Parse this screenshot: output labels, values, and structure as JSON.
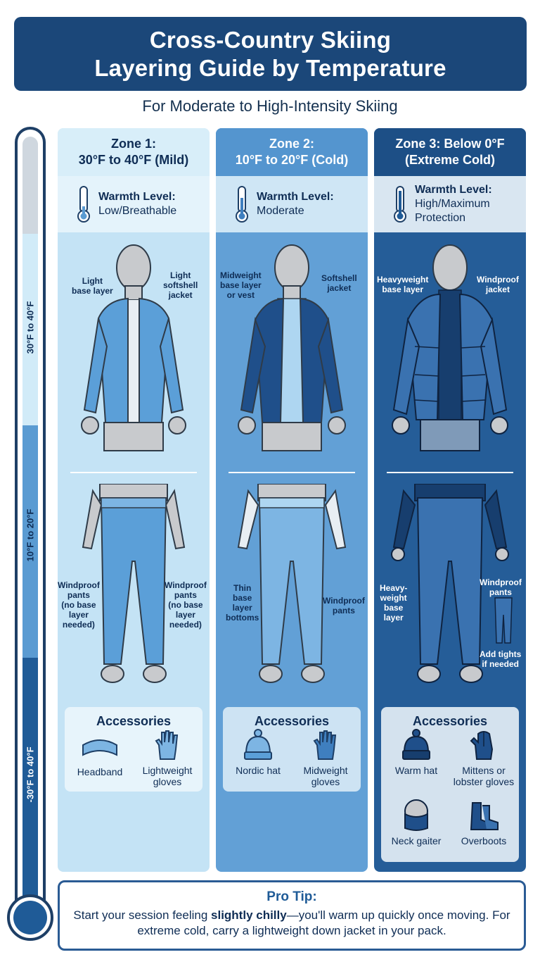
{
  "header": {
    "title_line1": "Cross-Country Skiing",
    "title_line2": "Layering Guide by Temperature",
    "subtitle": "For Moderate to High-Intensity Skiing"
  },
  "thermometer": {
    "labels": [
      "30°F to 40°F",
      "10°F to 20°F",
      "-30°F to 40°F"
    ]
  },
  "zones": [
    {
      "title_line1": "Zone 1:",
      "title_line2": "30°F to 40°F (Mild)",
      "warmth_label": "Warmth Level:",
      "warmth_value": "Low/Breathable",
      "callouts": {
        "top_left": "Light\nbase layer",
        "top_right": "Light\nsoftshell\njacket",
        "bottom_left": "Windproof\npants\n(no base\nlayer\nneeded)",
        "bottom_right": "Windproof\npants\n(no base\nlayer\nneeded)"
      },
      "accessories_title": "Accessories",
      "accessories": [
        "Headband",
        "Lightweight\ngloves"
      ]
    },
    {
      "title_line1": "Zone 2:",
      "title_line2": "10°F to 20°F (Cold)",
      "warmth_label": "Warmth Level:",
      "warmth_value": "Moderate",
      "callouts": {
        "top_left": "Midweight\nbase layer\nor vest",
        "top_right": "Softshell\njacket",
        "bottom_left": "Thin\nbase\nlayer\nbottoms",
        "bottom_right": "Windproof\npants"
      },
      "accessories_title": "Accessories",
      "accessories": [
        "Nordic hat",
        "Midweight\ngloves"
      ]
    },
    {
      "title_line1": "Zone 3: Below 0°F",
      "title_line2": "(Extreme Cold)",
      "warmth_label": "Warmth Level:",
      "warmth_value": "High/Maximum\nProtection",
      "callouts": {
        "top_left": "Heavyweight\nbase layer",
        "top_right": "Windproof\njacket",
        "bottom_left": "Heavy-\nweight\nbase\nlayer",
        "bottom_right": "Windproof\npants",
        "extra": "Add tights\nif needed"
      },
      "accessories_title": "Accessories",
      "accessories": [
        "Warm hat",
        "Mittens or\nlobster gloves",
        "Neck gaiter",
        "Overboots"
      ]
    }
  ],
  "protip": {
    "title": "Pro Tip:",
    "text_before": "Start your session feeling ",
    "text_bold": "slightly chilly",
    "text_after": "—you'll warm up quickly once moving. For extreme cold, carry a lightweight down jacket in your pack."
  },
  "colors": {
    "navy": "#1b4779",
    "zone1": "#c4e3f5",
    "zone2": "#62a0d6",
    "zone3": "#255d98"
  }
}
